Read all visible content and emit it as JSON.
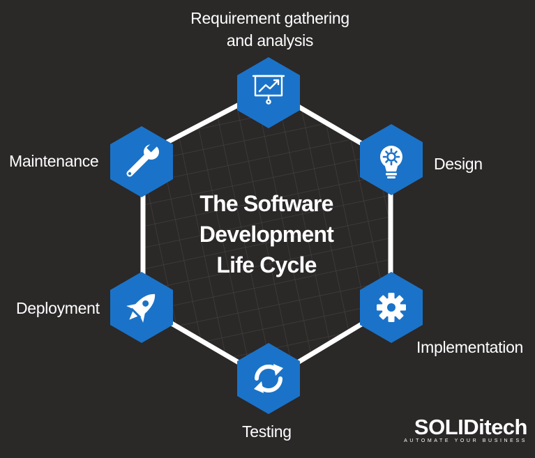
{
  "diagram": {
    "title_lines": [
      "The Software",
      "Development",
      "Life Cycle"
    ],
    "stages": [
      {
        "lines": [
          "Requirement gathering",
          "and analysis"
        ],
        "icon": "presentation-chart-icon"
      },
      {
        "lines": [
          "Design"
        ],
        "icon": "lightbulb-icon"
      },
      {
        "lines": [
          "Implementation"
        ],
        "icon": "gear-icon"
      },
      {
        "lines": [
          "Testing"
        ],
        "icon": "refresh-cycle-icon"
      },
      {
        "lines": [
          "Deployment"
        ],
        "icon": "rocket-icon"
      },
      {
        "lines": [
          "Maintenance"
        ],
        "icon": "wrench-icon"
      }
    ]
  },
  "brand": {
    "name": "SOLIDitech",
    "tagline": "AUTOMATE YOUR BUSINESS"
  },
  "colors": {
    "background": "#2b2828",
    "accent": "#1a73c8",
    "text": "#ffffff"
  }
}
